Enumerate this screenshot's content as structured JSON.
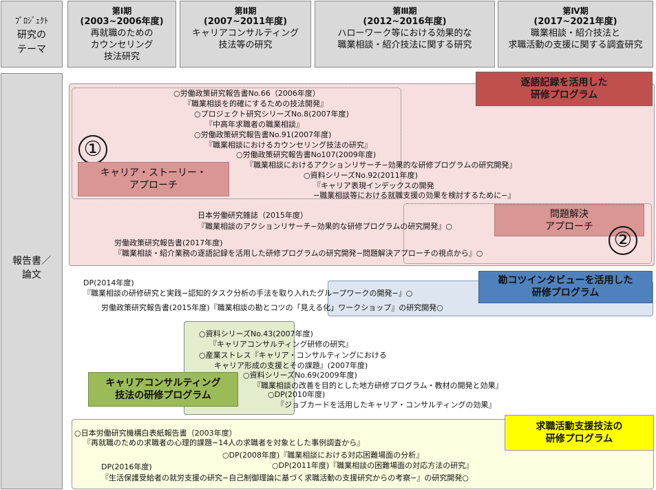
{
  "header": {
    "label": [
      "ﾌﾟﾛｼﾞｪｸﾄ",
      "研究の",
      "テーマ"
    ],
    "phases": [
      {
        "phase": "第Ⅰ期",
        "years": "(2003~2006年度)",
        "theme": [
          "再就職のための",
          "カウンセリング",
          "技法研究"
        ]
      },
      {
        "phase": "第Ⅱ期",
        "years": "(2007~2011年度)",
        "theme": [
          "キャリアコンサルティング",
          "技法等の研究"
        ]
      },
      {
        "phase": "第Ⅲ期",
        "years": "(2012~2016年度)",
        "theme": [
          "ハローワーク等における効果的な",
          "職業相談・紹介技法に関する研究"
        ]
      },
      {
        "phase": "第Ⅳ期",
        "years": "(2017~2021年度)",
        "theme": [
          "職業相談・紹介技法と",
          "求職活動の支援に関する調査研究"
        ]
      }
    ]
  },
  "side_label": [
    "報告書／",
    "論文"
  ],
  "programs": {
    "transcript": [
      "逐語記録を活用した",
      "研修プログラム"
    ],
    "kan_kotsu": [
      "勘コツインタビューを活用した",
      "研修プログラム"
    ],
    "career_consulting": [
      "キャリアコンサルティング",
      "技法の研修プログラム"
    ],
    "job_search": [
      "求職活動支援技法の",
      "研修プログラム"
    ]
  },
  "approaches": {
    "career_story": {
      "number": "①",
      "lines": [
        "キャリア・ストーリー・",
        "アプローチ"
      ]
    },
    "problem_solving": {
      "number": "②",
      "lines": [
        "問題解決",
        "アプローチ"
      ]
    }
  },
  "reports": {
    "red_block": [
      "○労働政策研究報告書No.66（2006年度）",
      "『職業相談を的確にするための技法開発』",
      "○プロジェクト研究シリーズNo.8(2007年度)",
      "『中高年求職者の職業相談』",
      "○労働政策研究報告書No.91(2007年度)",
      "『職業相談におけるカウンセリング技法の研究』",
      "○労働政策研究報告書No107(2009年度)",
      "『職業相談におけるアクションリサーチ−効果的な研修プログラムの研究開発』",
      "○資料シリーズNo.92(2011年度)",
      "『キャリア表現インデックスの開発",
      "−職業相談等における就職支援の効果を検討するために−』",
      "日本労働研究雑誌（2015年度）",
      "『職業相談のアクションリサーチ−効果的な研修プログラムの研究開発』○",
      "労働政策研究報告書(2017年度)",
      "『職業相談・紹介業務の逐語記録を活用した研修プログラムの研究開発−問題解決アプローチの視点から』○"
    ],
    "blue_block": [
      "DP(2014年度)",
      "『職業相談の研修研究と実践−認知的タスク分析の手法を取り入れたグループワークの開発−』○",
      "労働政策研究報告書(2015年度)『職業相談の勘とコツの「見える化」ワークショップ』の研究開発○"
    ],
    "green_block": [
      "○資料シリーズNo.43(2007年度)",
      "『キャリアコンサルティング研修の研究』",
      "○産業ストレス『キャリア・コンサルティングにおける",
      "キャリア形成の支援とその課題』(2007年度)",
      "○資料シリーズNo.69(2009年度)",
      "『職業相談の改善を目的とした地方研修プログラム・教材の開発と効果』",
      "○DP(2010年度)",
      "『ジョブカードを活用したキャリア・コンサルティングの効果』"
    ],
    "yellow_block": [
      "○日本労働研究機構白表紙報告書（2003年度）",
      "『再就職のための求職者の心理的課題−14人の求職者を対象とした事例調査から』",
      "○DP(2008年度)『職業相談における対応困難場面の分析』",
      "○DP(2011年度)『職業相談の困難場面の対応方法の研究』",
      "DP(2016年度)",
      "『生活保護受給者の就労支援の研究−自己制御理論に基づく求職活動の支援研究からの考察−』の研究開発○"
    ]
  },
  "colors": {
    "header_bg": "#d9d9d9",
    "pink_region": "#f7dfdf",
    "red_tag": "#c0504d",
    "pink_tag": "#d99694",
    "blue_region": "#dde5f0",
    "blue_tag": "#4f81bd",
    "green_region": "#e3eccd",
    "green_tag": "#9bbb59",
    "yellow_region": "#fdfde0",
    "yellow_tag": "#ffff00"
  }
}
